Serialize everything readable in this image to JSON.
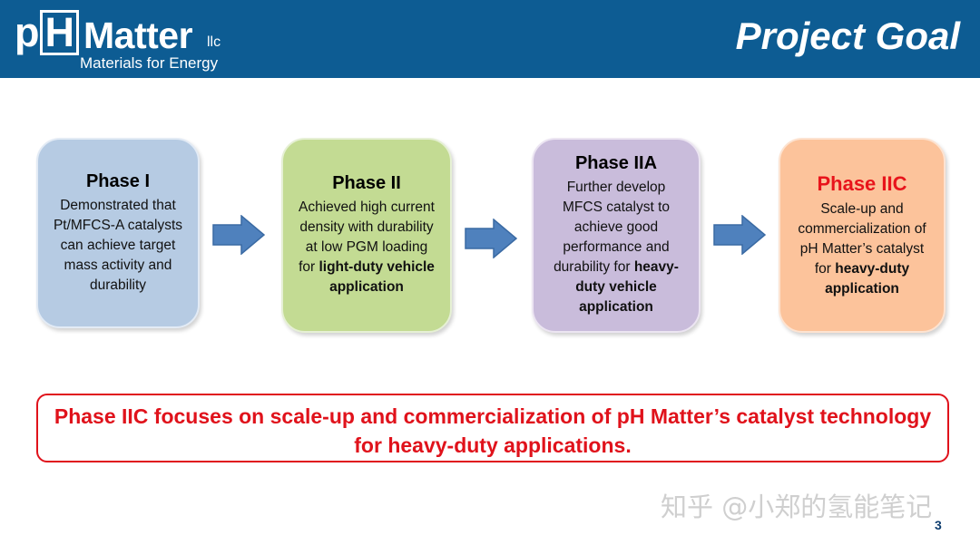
{
  "header": {
    "logo_ph": "pH",
    "logo_matter": "Matter",
    "logo_llc": "llc",
    "logo_tagline": "Materials for Energy",
    "title": "Project Goal",
    "bg_color": "#0d5c93"
  },
  "phases": [
    {
      "title": "Phase I",
      "desc": "Demonstrated that Pt/MFCS-A catalysts can achieve target mass activity and durability",
      "desc_bold": "",
      "color": "#b6cbe3"
    },
    {
      "title": "Phase II",
      "desc": "Achieved high current density with durability at low PGM loading for",
      "desc_bold": "light-duty vehicle application",
      "color": "#c3db93"
    },
    {
      "title": "Phase IIA",
      "desc": "Further develop MFCS catalyst to achieve good performance and durability for",
      "desc_bold": "heavy-duty vehicle application",
      "color": "#c9bcdb"
    },
    {
      "title": "Phase IIC",
      "desc": "Scale-up and commercialization of pH Matter’s catalyst for",
      "desc_bold": "heavy-duty application",
      "color": "#fcc39b",
      "title_color": "#e8141b"
    }
  ],
  "arrows": {
    "icon": "right-arrow-icon",
    "color": "#4f81bd"
  },
  "banner": {
    "text": "Phase IIC focuses on scale-up and commercialization of pH Matter’s catalyst technology for heavy-duty applications.",
    "color": "#e0121b"
  },
  "watermark": "知乎 @小郑的氢能笔记",
  "page_number": "3"
}
